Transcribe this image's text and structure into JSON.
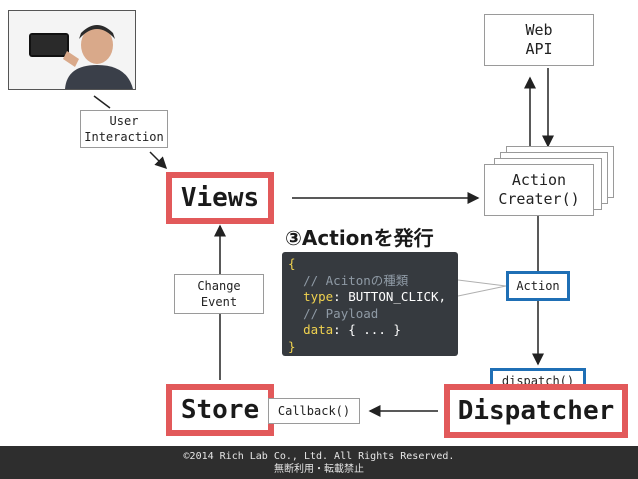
{
  "nodes": {
    "user_interaction": "User\nInteraction",
    "views": "Views",
    "web_api": "Web\nAPI",
    "action_creator": "Action\nCreater()",
    "step_label": "③Actionを発行",
    "action": "Action",
    "change_event": "Change\nEvent",
    "dispatch": "dispatch()",
    "store": "Store",
    "callback": "Callback()",
    "dispatcher": "Dispatcher"
  },
  "code": {
    "open": "{",
    "comment1": "// Acitonの種類",
    "type_key": "type",
    "type_val": "BUTTON_CLICK,",
    "comment2": "// Payload",
    "data_key": "data",
    "data_val": "{ ... }",
    "close": "}"
  },
  "footer": {
    "line1": "©2014 Rich Lab Co., Ltd. All Rights Reserved.",
    "line2": "無断利用・転載禁止"
  },
  "colors": {
    "red": "#e2595a",
    "blue": "#1f6fb5",
    "code_bg": "#363a3f",
    "footer_bg": "#2e2e2e"
  }
}
